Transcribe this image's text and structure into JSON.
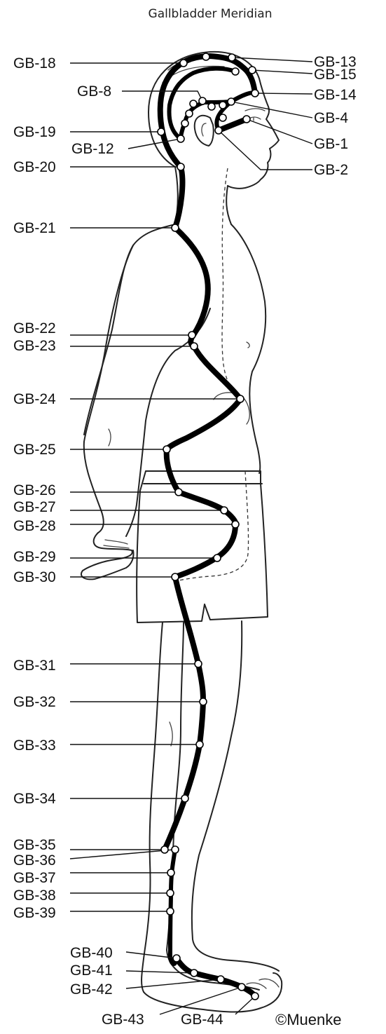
{
  "title": "Gallbladder Meridian",
  "credit": "©Muenke",
  "points": [
    {
      "id": "GB-1",
      "label": "GB-1"
    },
    {
      "id": "GB-2",
      "label": "GB-2"
    },
    {
      "id": "GB-4",
      "label": "GB-4"
    },
    {
      "id": "GB-8",
      "label": "GB-8"
    },
    {
      "id": "GB-12",
      "label": "GB-12"
    },
    {
      "id": "GB-13",
      "label": "GB-13"
    },
    {
      "id": "GB-14",
      "label": "GB-14"
    },
    {
      "id": "GB-15",
      "label": "GB-15"
    },
    {
      "id": "GB-18",
      "label": "GB-18"
    },
    {
      "id": "GB-19",
      "label": "GB-19"
    },
    {
      "id": "GB-20",
      "label": "GB-20"
    },
    {
      "id": "GB-21",
      "label": "GB-21"
    },
    {
      "id": "GB-22",
      "label": "GB-22"
    },
    {
      "id": "GB-23",
      "label": "GB-23"
    },
    {
      "id": "GB-24",
      "label": "GB-24"
    },
    {
      "id": "GB-25",
      "label": "GB-25"
    },
    {
      "id": "GB-26",
      "label": "GB-26"
    },
    {
      "id": "GB-27",
      "label": "GB-27"
    },
    {
      "id": "GB-28",
      "label": "GB-28"
    },
    {
      "id": "GB-29",
      "label": "GB-29"
    },
    {
      "id": "GB-30",
      "label": "GB-30"
    },
    {
      "id": "GB-31",
      "label": "GB-31"
    },
    {
      "id": "GB-32",
      "label": "GB-32"
    },
    {
      "id": "GB-33",
      "label": "GB-33"
    },
    {
      "id": "GB-34",
      "label": "GB-34"
    },
    {
      "id": "GB-35",
      "label": "GB-35"
    },
    {
      "id": "GB-36",
      "label": "GB-36"
    },
    {
      "id": "GB-37",
      "label": "GB-37"
    },
    {
      "id": "GB-38",
      "label": "GB-38"
    },
    {
      "id": "GB-39",
      "label": "GB-39"
    },
    {
      "id": "GB-40",
      "label": "GB-40"
    },
    {
      "id": "GB-41",
      "label": "GB-41"
    },
    {
      "id": "GB-42",
      "label": "GB-42"
    },
    {
      "id": "GB-43",
      "label": "GB-43"
    },
    {
      "id": "GB-44",
      "label": "GB-44"
    }
  ]
}
